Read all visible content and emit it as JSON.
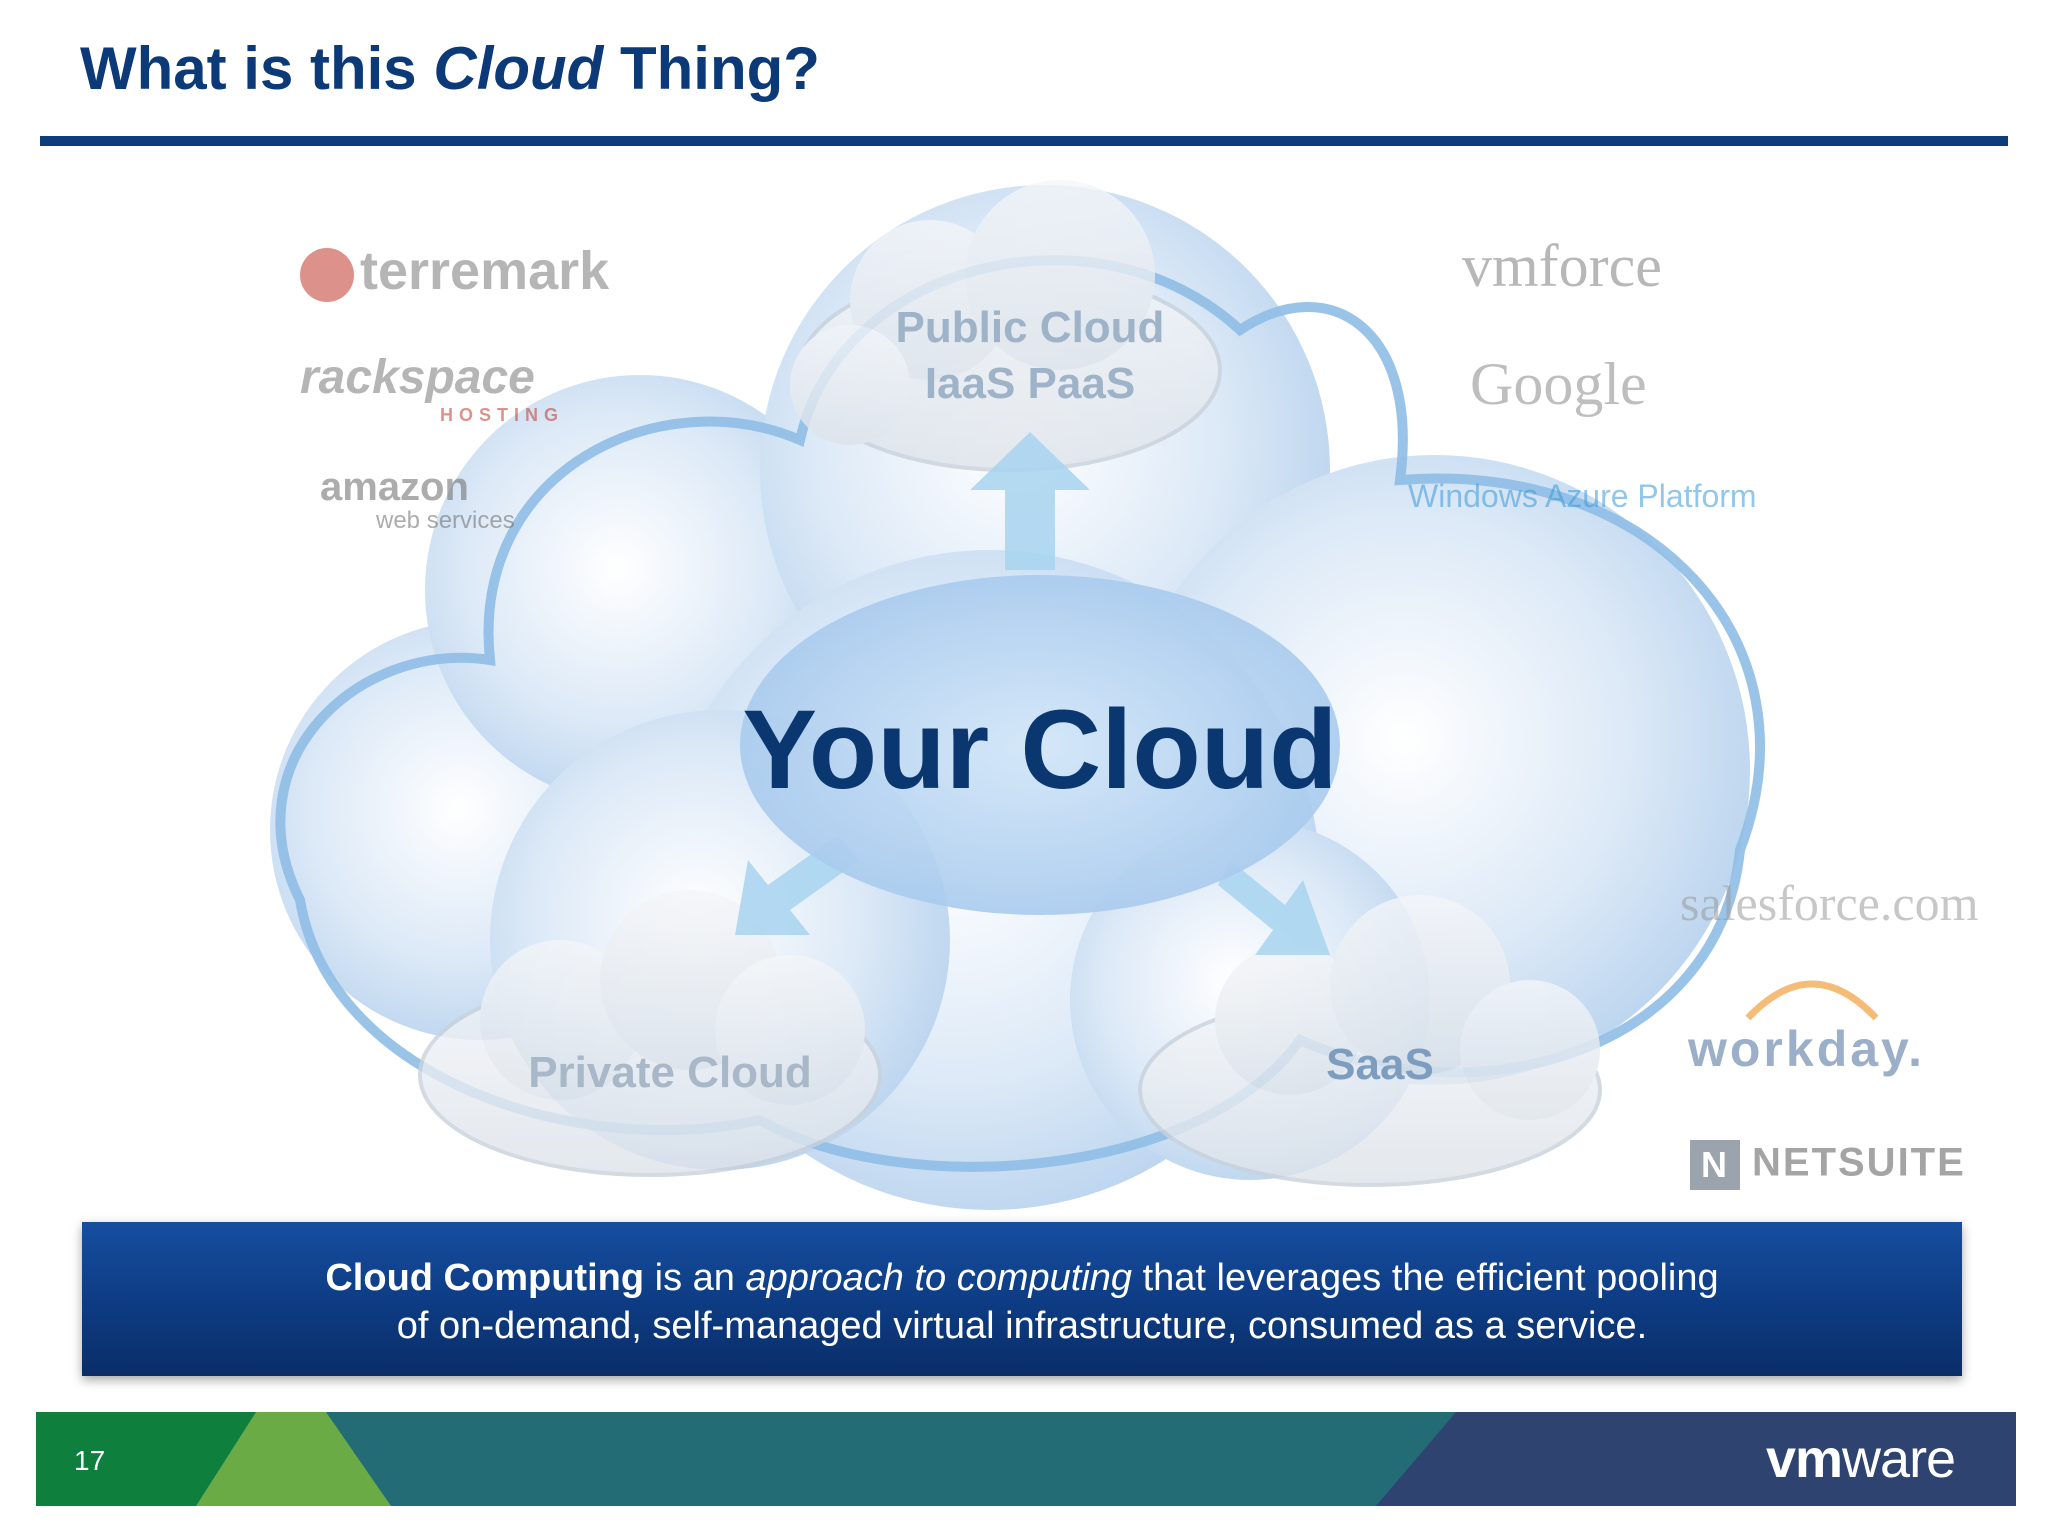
{
  "title": {
    "part1": "What is this ",
    "emphasis": "Cloud",
    "part2": " Thing?"
  },
  "left_logos": {
    "terremark": "terremark",
    "rackspace": "rackspace",
    "rackspace_sub": "HOSTING",
    "amazon": "amazon",
    "amazon_sub": "web services"
  },
  "right_logos": {
    "vmforce": "vmforce",
    "google": "Google",
    "azure": "Windows Azure Platform",
    "salesforce": "salesforce.com",
    "workday": "workday.",
    "netsuite": "NETSUITE"
  },
  "clouds": {
    "public_line1": "Public Cloud",
    "public_line2": "IaaS  PaaS",
    "private": "Private Cloud",
    "saas": "SaaS",
    "main": "Your Cloud"
  },
  "definition": {
    "term": "Cloud Computing",
    "text1": " is an ",
    "emphasis": "approach to computing",
    "text2": " that leverages the efficient pooling",
    "line2": "of on-demand, self-managed virtual infrastructure, consumed as a service."
  },
  "footer": {
    "page_number": "17",
    "brand_bold": "vm",
    "brand_light": "ware",
    "colors": {
      "green": "#0f7f3d",
      "light_green": "#6aab45",
      "teal": "#236b75",
      "navy": "#2e4370"
    }
  }
}
